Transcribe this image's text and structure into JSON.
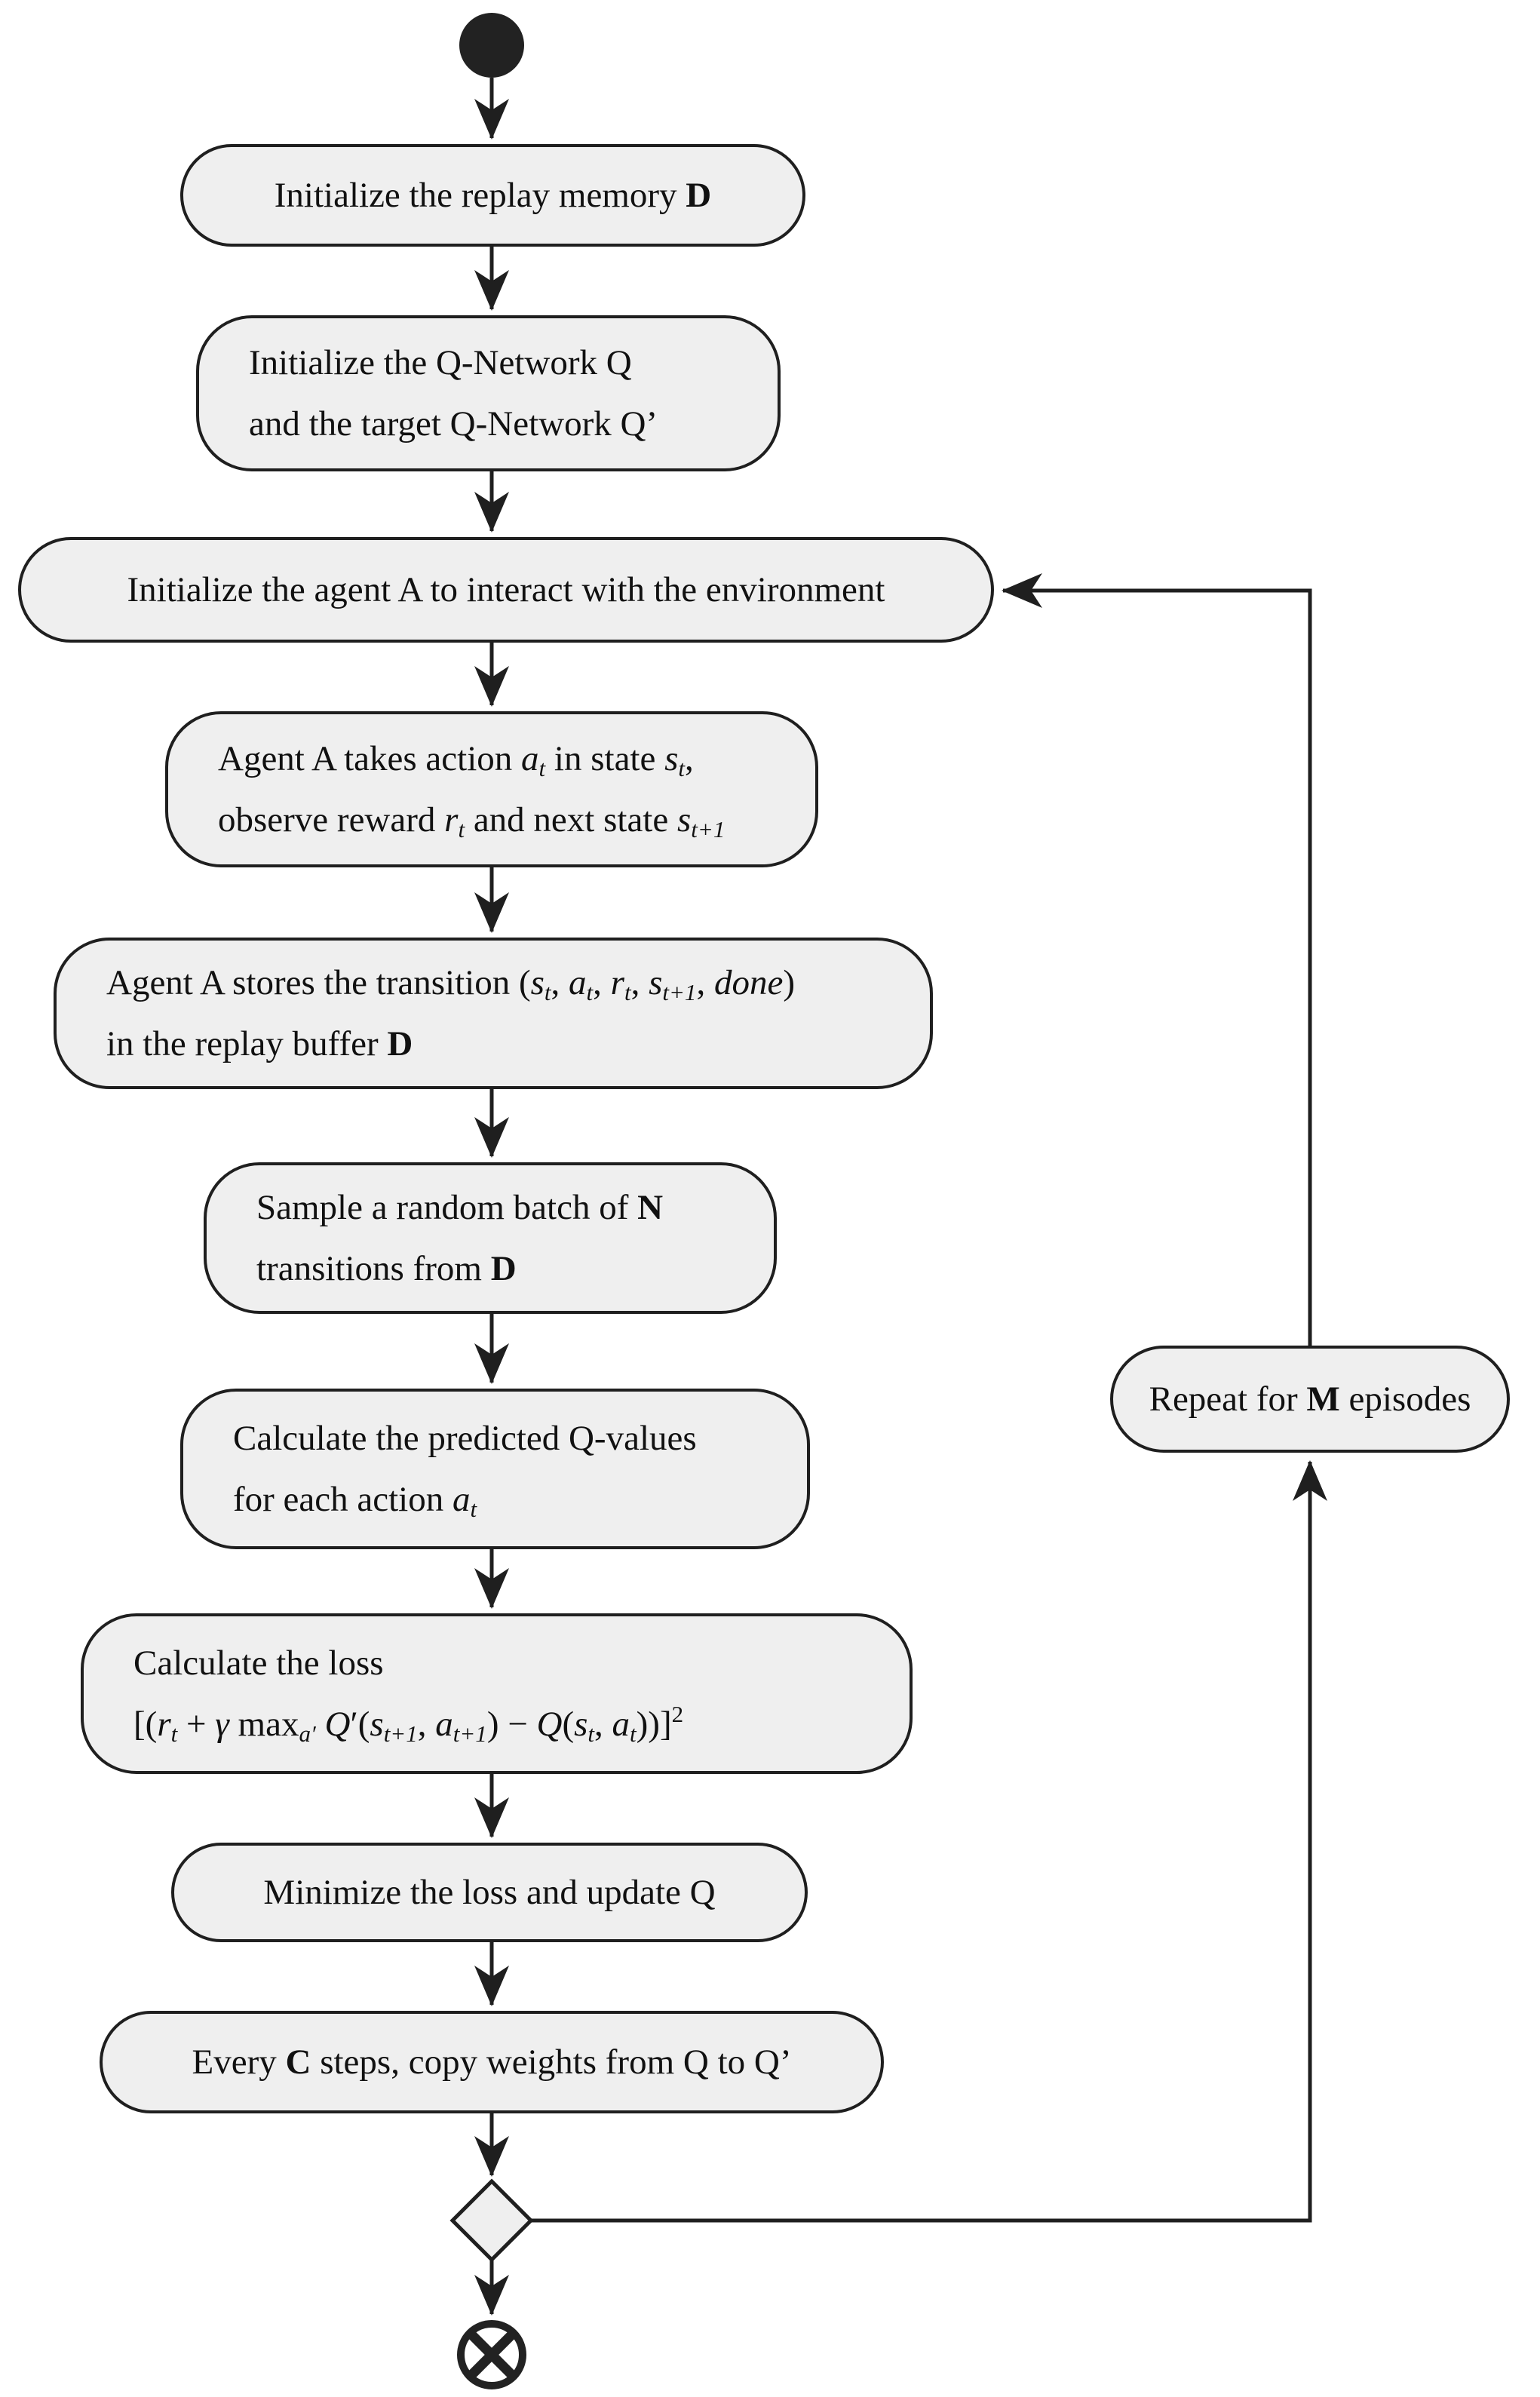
{
  "diagram": {
    "title": "DQN training activity diagram",
    "colors": {
      "background": "#ffffff",
      "node_fill": "#efefef",
      "node_border": "#1f1f1f",
      "arrow": "#1f1f1f",
      "text": "#111111"
    },
    "icons": {
      "start": "initial-node-filled-circle",
      "decision": "decision-diamond",
      "end": "flow-final-circled-x"
    }
  },
  "nodes": {
    "init_replay": {
      "lines": [
        [
          {
            "t": "Initialize the replay memory "
          },
          {
            "t": "D",
            "s": "b"
          }
        ]
      ]
    },
    "init_qnet": {
      "lines": [
        [
          {
            "t": "Initialize the Q-Network Q"
          }
        ],
        [
          {
            "t": "and the target Q-Network Q’"
          }
        ]
      ]
    },
    "init_agent": {
      "lines": [
        [
          {
            "t": "Initialize the agent A to interact with the environment"
          }
        ]
      ]
    },
    "take_action": {
      "lines": [
        [
          {
            "t": "Agent A takes action "
          },
          {
            "t": "a",
            "s": "i"
          },
          {
            "t": "t",
            "s": "isub"
          },
          {
            "t": " in state "
          },
          {
            "t": "s",
            "s": "i"
          },
          {
            "t": "t",
            "s": "isub"
          },
          {
            "t": ","
          }
        ],
        [
          {
            "t": "observe reward "
          },
          {
            "t": "r",
            "s": "i"
          },
          {
            "t": "t",
            "s": "isub"
          },
          {
            "t": " and next state "
          },
          {
            "t": "s",
            "s": "i"
          },
          {
            "t": "t+1",
            "s": "isub"
          }
        ]
      ]
    },
    "store_transition": {
      "lines": [
        [
          {
            "t": "Agent A stores the transition ("
          },
          {
            "t": "s",
            "s": "i"
          },
          {
            "t": "t",
            "s": "isub"
          },
          {
            "t": ", "
          },
          {
            "t": "a",
            "s": "i"
          },
          {
            "t": "t",
            "s": "isub"
          },
          {
            "t": ", "
          },
          {
            "t": "r",
            "s": "i"
          },
          {
            "t": "t",
            "s": "isub"
          },
          {
            "t": ", "
          },
          {
            "t": "s",
            "s": "i"
          },
          {
            "t": "t+1",
            "s": "isub"
          },
          {
            "t": ", "
          },
          {
            "t": "done",
            "s": "i"
          },
          {
            "t": ")"
          }
        ],
        [
          {
            "t": "in the replay buffer "
          },
          {
            "t": "D",
            "s": "b"
          }
        ]
      ]
    },
    "sample_batch": {
      "lines": [
        [
          {
            "t": "Sample a random batch of "
          },
          {
            "t": "N",
            "s": "b"
          }
        ],
        [
          {
            "t": "transitions from "
          },
          {
            "t": "D",
            "s": "b"
          }
        ]
      ]
    },
    "predict_q": {
      "lines": [
        [
          {
            "t": "Calculate the predicted Q-values"
          }
        ],
        [
          {
            "t": "for each action "
          },
          {
            "t": "a",
            "s": "i"
          },
          {
            "t": "t",
            "s": "isub"
          }
        ]
      ]
    },
    "calc_loss": {
      "lines": [
        [
          {
            "t": "Calculate the loss"
          }
        ],
        [
          {
            "t": "[("
          },
          {
            "t": "r",
            "s": "i"
          },
          {
            "t": "t",
            "s": "isub"
          },
          {
            "t": " + "
          },
          {
            "t": "γ",
            "s": "i"
          },
          {
            "t": " max"
          },
          {
            "t": "a′",
            "s": "isub"
          },
          {
            "t": " "
          },
          {
            "t": "Q",
            "s": "i"
          },
          {
            "t": "′("
          },
          {
            "t": "s",
            "s": "i"
          },
          {
            "t": "t+1",
            "s": "isub"
          },
          {
            "t": ", "
          },
          {
            "t": "a",
            "s": "i"
          },
          {
            "t": "t+1",
            "s": "isub"
          },
          {
            "t": ") − "
          },
          {
            "t": "Q",
            "s": "i"
          },
          {
            "t": "("
          },
          {
            "t": "s",
            "s": "i"
          },
          {
            "t": "t",
            "s": "isub"
          },
          {
            "t": ", "
          },
          {
            "t": "a",
            "s": "i"
          },
          {
            "t": "t",
            "s": "isub"
          },
          {
            "t": "))]"
          },
          {
            "t": "2",
            "s": "sup"
          }
        ]
      ]
    },
    "minimize_loss": {
      "lines": [
        [
          {
            "t": "Minimize the loss and update Q"
          }
        ]
      ]
    },
    "copy_weights": {
      "lines": [
        [
          {
            "t": "Every "
          },
          {
            "t": "C",
            "s": "b"
          },
          {
            "t": " steps, copy weights from Q to Q’"
          }
        ]
      ]
    },
    "repeat": {
      "lines": [
        [
          {
            "t": "Repeat for "
          },
          {
            "t": "M",
            "s": "b"
          },
          {
            "t": " episodes"
          }
        ]
      ]
    }
  }
}
